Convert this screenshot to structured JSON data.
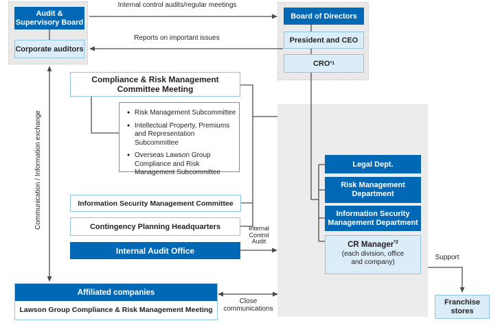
{
  "boxes": {
    "audit_supervisory_board": "Audit &\nSupervisory Board",
    "corporate_auditors": "Corporate auditors",
    "board_of_directors": "Board of Directors",
    "president_and_ceo": "President and CEO",
    "cro": "CRO",
    "cro_note_ref": "*1",
    "compliance_committee": "Compliance & Risk Management\nCommittee Meeting",
    "subcommittees": [
      "Risk Management Subcommittee",
      "Intellectual Property, Premiums and Representation Subcommittee",
      "Overseas Lawson Group Compliance and Risk Management Subcommittee"
    ],
    "info_security_committee": "Information Security Management Committee",
    "contingency_hq": "Contingency Planning Headquarters",
    "internal_audit_office": "Internal Audit Office",
    "legal_dept": "Legal Dept.",
    "risk_dept": "Risk Management\nDepartment",
    "info_security_dept": "Information Security\nManagement Department",
    "cr_manager": "CR Manager",
    "cr_manager_note_ref": "*2",
    "cr_manager_sub": "(each division, office\nand company)",
    "affiliated_companies": "Affiliated companies",
    "lawson_group_meeting": "Lawson Group Compliance & Risk Management Meeting",
    "franchise_stores": "Franchise\nstores"
  },
  "labels": {
    "internal_control_audits": "Internal control audits/regular meetings",
    "reports": "Reports on important issues",
    "communication": "Communication / Information exchange",
    "internal_control_audit": "Internal\nControl\nAudit",
    "support": "Support",
    "close_communications": "Close\ncommunications"
  },
  "colors": {
    "primary_blue": "#0068b5",
    "light_blue_fill": "#daedf9",
    "blue_border": "#8fc3e2",
    "panel_gray": "#ececec",
    "container_gray": "#e9e9e9",
    "line": "#4a4a4a",
    "text_dark": "#231f20"
  }
}
